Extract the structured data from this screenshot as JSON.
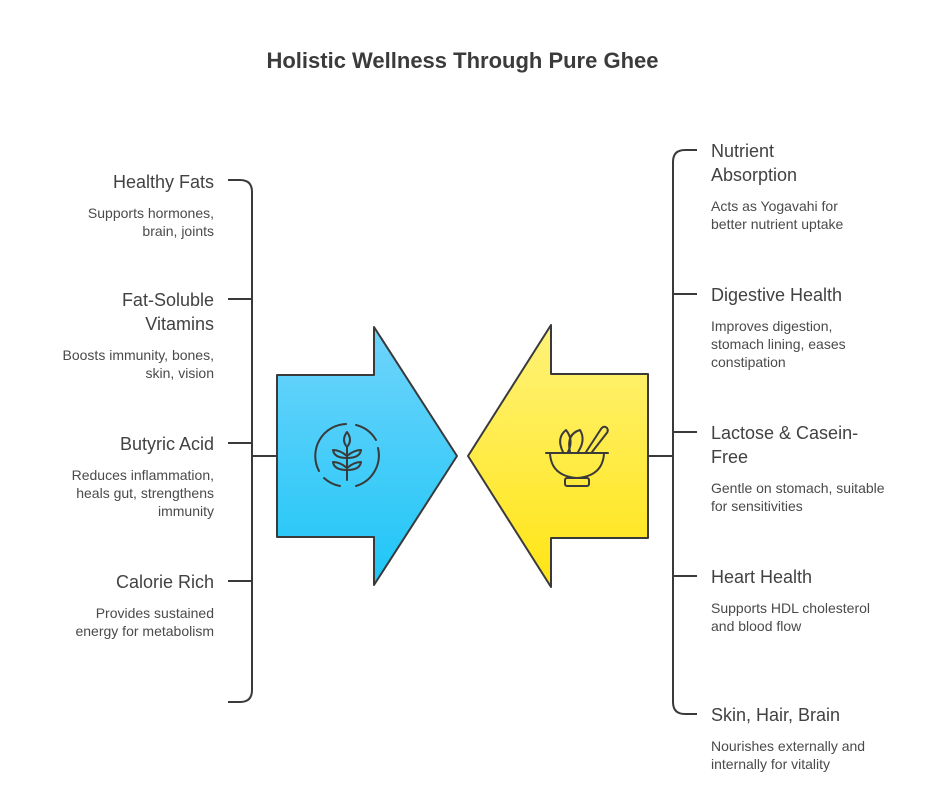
{
  "title": "Holistic Wellness Through Pure Ghee",
  "colors": {
    "left_arrow_top": "#6fd4fb",
    "left_arrow_bottom": "#1ec6f7",
    "right_arrow_top": "#fff27a",
    "right_arrow_bottom": "#ffe514",
    "stroke": "#3a3a3a"
  },
  "icons": {
    "left": "wheat-icon",
    "right": "mortar-pestle-icon"
  },
  "left_items": [
    {
      "title": "Healthy Fats",
      "desc": "Supports hormones, brain, joints"
    },
    {
      "title": "Fat-Soluble Vitamins",
      "desc": "Boosts immunity, bones, skin, vision"
    },
    {
      "title": "Butyric Acid",
      "desc": "Reduces inflammation, heals gut, strengthens immunity"
    },
    {
      "title": "Calorie Rich",
      "desc": "Provides sustained energy for metabolism"
    }
  ],
  "right_items": [
    {
      "title": "Nutrient Absorption",
      "desc": "Acts as Yogavahi for better nutrient uptake"
    },
    {
      "title": "Digestive Health",
      "desc": "Improves digestion, stomach lining, eases constipation"
    },
    {
      "title": "Lactose & Casein-Free",
      "desc": "Gentle on stomach, suitable for sensitivities"
    },
    {
      "title": "Heart Health",
      "desc": "Supports HDL cholesterol and blood flow"
    },
    {
      "title": "Skin, Hair, Brain",
      "desc": "Nourishes externally and internally for vitality"
    }
  ]
}
